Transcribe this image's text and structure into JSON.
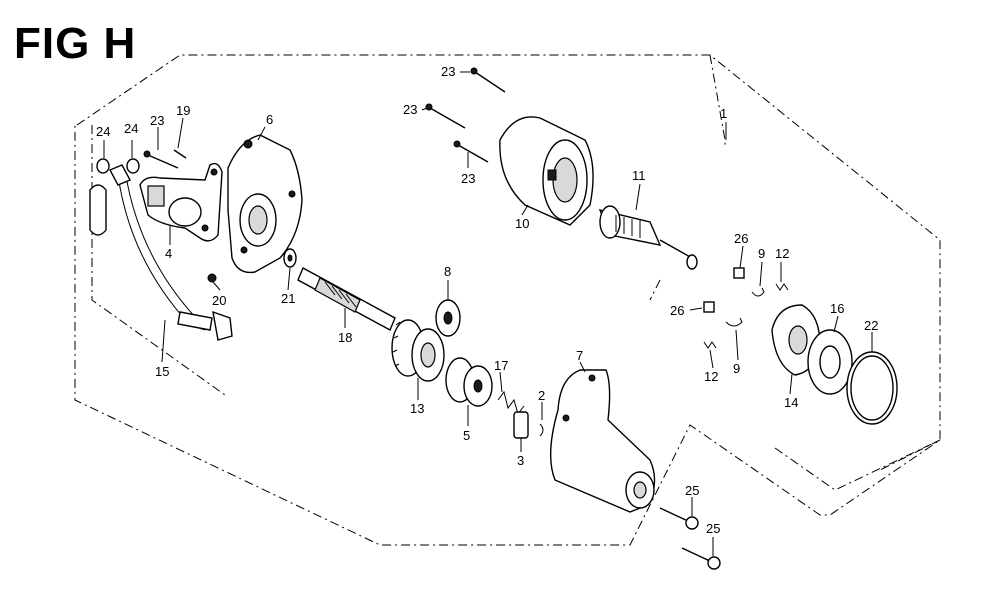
{
  "figure": {
    "title": "FIG H"
  },
  "callouts": {
    "p1": "1",
    "p2": "2",
    "p3": "3",
    "p4": "4",
    "p5": "5",
    "p6": "6",
    "p7": "7",
    "p8": "8",
    "p9a": "9",
    "p9b": "9",
    "p10": "10",
    "p11": "11",
    "p12a": "12",
    "p12b": "12",
    "p13": "13",
    "p14": "14",
    "p15": "15",
    "p16": "16",
    "p17": "17",
    "p18": "18",
    "p19": "19",
    "p20": "20",
    "p21": "21",
    "p22": "22",
    "p23a": "23",
    "p23b": "23",
    "p23c": "23",
    "p23d": "23",
    "p24a": "24",
    "p24b": "24",
    "p25a": "25",
    "p25b": "25",
    "p26a": "26",
    "p26b": "26"
  }
}
